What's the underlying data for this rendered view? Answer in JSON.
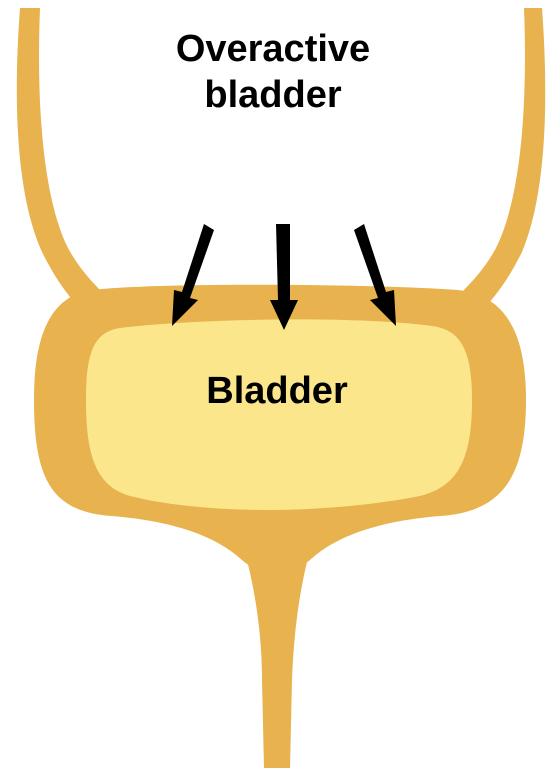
{
  "title": {
    "line1": "Overactive",
    "line2": "bladder"
  },
  "bladder_label": "Bladder",
  "colors": {
    "bladder_wall": "#E8B24E",
    "bladder_lumen": "#FBE68C",
    "arrows": "#000000",
    "text": "#000000",
    "background": "#FFFFFF"
  },
  "arrows": {
    "count": 3,
    "direction": "inward-down"
  }
}
